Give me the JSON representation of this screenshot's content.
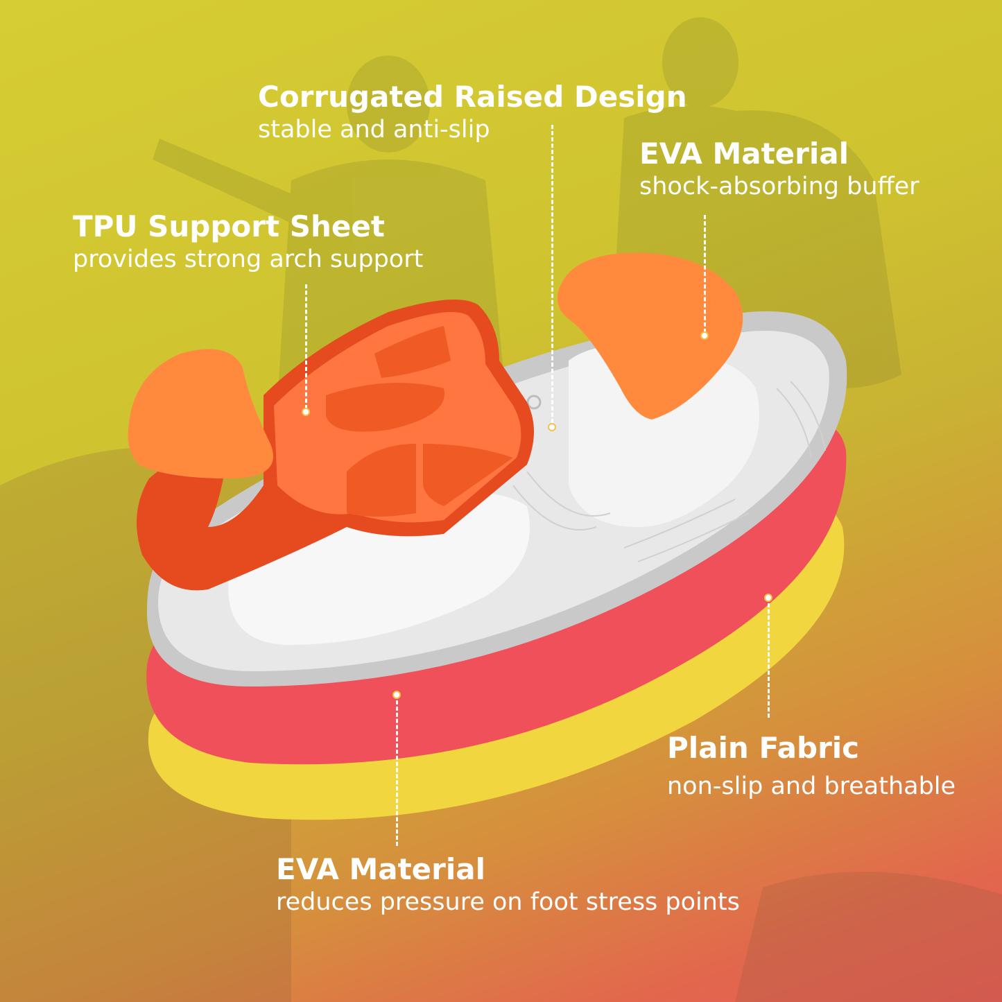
{
  "colors": {
    "background_top": "#d6cc33",
    "background_bottom": "#e85a56",
    "text": "#ffffff",
    "heel_cup": "#e64a1f",
    "arch_pad": "#ff8a3d",
    "base_layer_gray": "#e6e6e6",
    "cushion_layer": "#f0505a",
    "fabric_layer": "#f2d640"
  },
  "callouts": {
    "corrugated": {
      "title": "Corrugated Raised Design",
      "desc": "stable and anti-slip"
    },
    "eva_top": {
      "title": "EVA Material",
      "desc": "shock-absorbing buffer"
    },
    "tpu": {
      "title": "TPU Support Sheet",
      "desc": "provides strong arch support"
    },
    "fabric": {
      "title": "Plain Fabric",
      "desc": "non-slip and breathable"
    },
    "eva_bottom": {
      "title": "EVA Material",
      "desc": "reduces pressure on foot stress points"
    }
  },
  "insole_logo_icon": "swirl-logo-icon"
}
